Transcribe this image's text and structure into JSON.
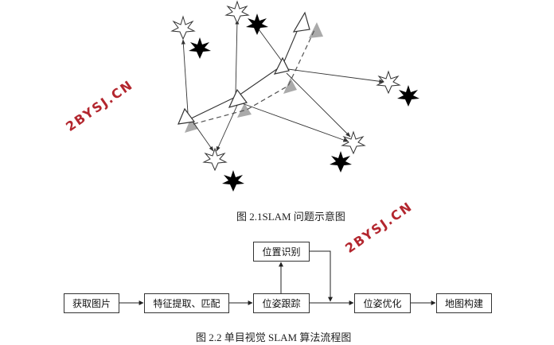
{
  "figure1": {
    "caption": "图 2.1SLAM 问题示意图"
  },
  "figure2": {
    "caption": "图 2.2  单目视觉 SLAM 算法流程图",
    "nodes": {
      "acquire": "获取图片",
      "features": "特征提取、匹配",
      "tracking": "位姿跟踪",
      "loop": "位置识别",
      "optimize": "位姿优化",
      "mapping": "地图构建"
    }
  },
  "watermark": "2BYSJ.CN",
  "colors": {
    "watermark": "#b3262e",
    "line": "#333333",
    "pose_fill": "#aaaaaa",
    "landmark": "#000000"
  }
}
